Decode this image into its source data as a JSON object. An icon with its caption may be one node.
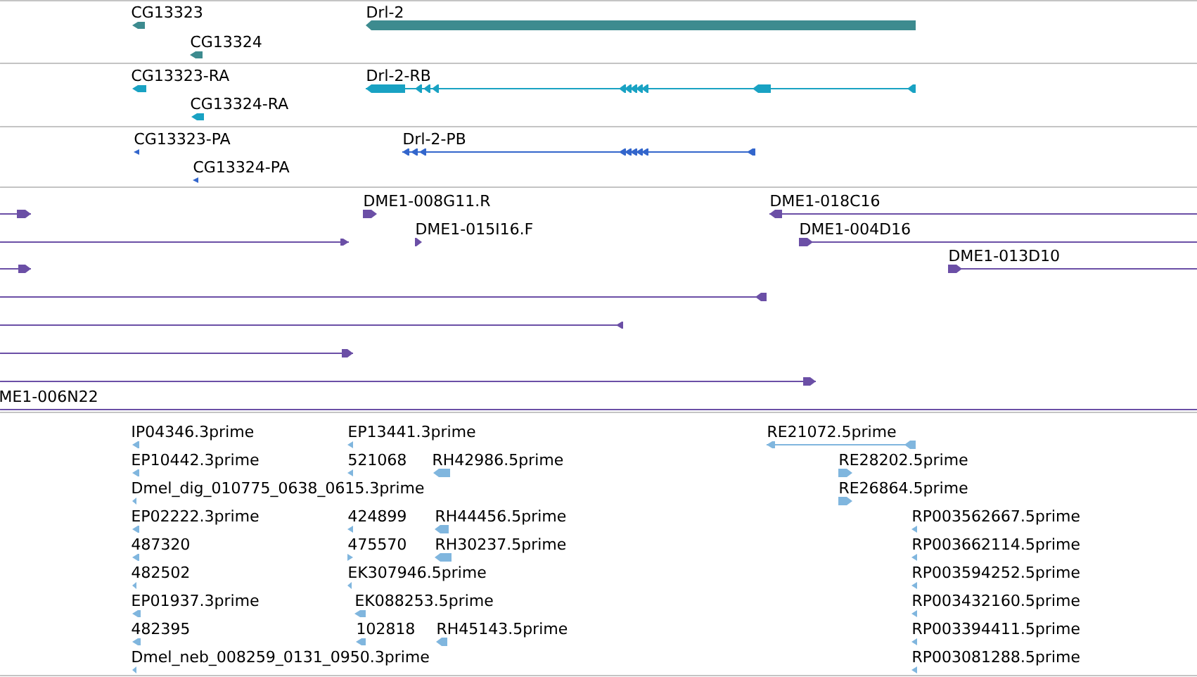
{
  "diagram": {
    "labels": [
      "CG13323",
      "Drl-2",
      "CG13324",
      "CG13323-RA",
      "Drl-2-RB",
      "CG13324-RA",
      "CG13323-PA",
      "Drl-2-PB",
      "CG13324-PA",
      "DME1-008G11.R",
      "DME1-018C16",
      "DME1-015I16.F",
      "DME1-004D16",
      "DME1-013D10",
      "ME1-006N22",
      "IP04346.3prime",
      "EP13441.3prime",
      "RE21072.5prime",
      "EP10442.3prime",
      "521068",
      "RH42986.5prime",
      "RE28202.5prime",
      "Dmel_dig_010775_0638_0615.3prime",
      "RE26864.5prime",
      "EP02222.3prime",
      "424899",
      "RH44456.5prime",
      "RP003562667.5prime",
      "487320",
      "475570",
      "RH30237.5prime",
      "RP003662114.5prime",
      "482502",
      "EK307946.5prime",
      "RP003594252.5prime",
      "EP01937.3prime",
      "EK088253.5prime",
      "RP003432160.5prime",
      "482395",
      "102818",
      "RH45143.5prime",
      "RP003394411.5prime",
      "Dmel_neb_008259_0131_0950.3prime",
      "RP003081288.5prime"
    ]
  }
}
